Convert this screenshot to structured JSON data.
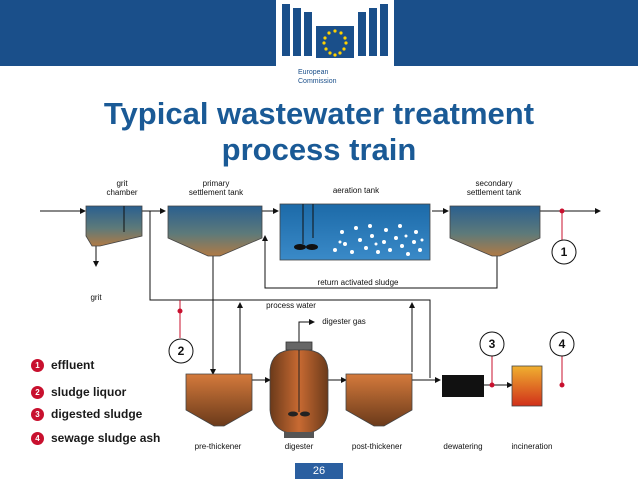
{
  "logo": {
    "line1": "European",
    "line2": "Commission"
  },
  "title": {
    "line1": "Typical wastewater treatment",
    "line2": "process train"
  },
  "labels": {
    "grit_chamber_1": "grit",
    "grit_chamber_2": "chamber",
    "primary_1": "primary",
    "primary_2": "settlement tank",
    "aeration": "aeration tank",
    "secondary_1": "secondary",
    "secondary_2": "settlement tank",
    "grit": "grit",
    "return_sludge": "return activated sludge",
    "process_water": "process water",
    "digester_gas": "digester gas",
    "pre_thickener": "pre-thickener",
    "digester": "digester",
    "post_thickener": "post-thickener",
    "dewatering": "dewatering",
    "incineration": "incineration"
  },
  "markers": [
    "1",
    "2",
    "3",
    "4"
  ],
  "legend": [
    {
      "num": "1",
      "text": "effluent"
    },
    {
      "num": "2",
      "text": "sludge liquor"
    },
    {
      "num": "3",
      "text": "digested sludge"
    },
    {
      "num": "4",
      "text": "sewage sludge ash"
    }
  ],
  "page_number": "26",
  "colors": {
    "header": "#1a4f8a",
    "title": "#1a5a96",
    "marker_red": "#c8102e"
  }
}
